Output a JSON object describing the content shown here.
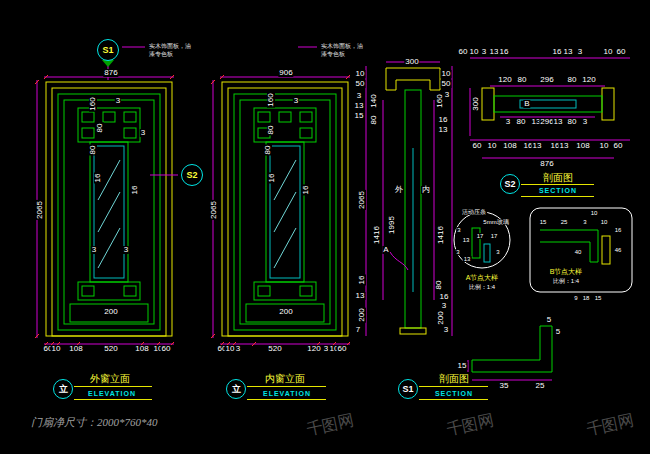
{
  "diagram": {
    "nodes": [
      {
        "text": [
          "S1"
        ]
      },
      {
        "text": [
          "S2"
        ]
      },
      {
        "text": [
          "S2"
        ]
      },
      {
        "text": [
          "立"
        ]
      },
      {
        "text": [
          "立"
        ]
      },
      {
        "text": [
          "S1"
        ]
      }
    ],
    "labels": [
      "876",
      "实木饰面板，油漆专色板",
      "160",
      "3",
      "80",
      "3",
      "80",
      "16",
      "3",
      "3",
      "16",
      "200",
      "2065",
      "60",
      "10",
      "108",
      "520",
      "108",
      "10",
      "60",
      "外窗立面",
      "ELEVATION",
      "906",
      "实木饰面板，油漆专色板",
      "160",
      "3",
      "80",
      "80",
      "16",
      "16",
      "200",
      "2065",
      "60",
      "10",
      "3",
      "520",
      "120",
      "3",
      "10",
      "60",
      "内窗立面",
      "ELEVATION",
      "300",
      "10",
      "50",
      "3",
      "13",
      "15",
      "140",
      "80",
      "2065",
      "1416",
      "1995",
      "16",
      "13",
      "200",
      "7",
      "外",
      "内",
      "A",
      "10",
      "50",
      "3",
      "160",
      "16",
      "13",
      "1416",
      "80",
      "16",
      "3",
      "200",
      "3",
      "剖面图",
      "SECTION",
      "60",
      "10",
      "3",
      "13",
      "16",
      "16",
      "13",
      "3",
      "10",
      "60",
      "120",
      "80",
      "296",
      "80",
      "120",
      "300",
      "B",
      "3",
      "80",
      "13",
      "296",
      "13",
      "80",
      "3",
      "60",
      "10",
      "108",
      "16",
      "13",
      "16",
      "13",
      "108",
      "10",
      "60",
      "876",
      "剖面图",
      "SECTION",
      "活动压条",
      "5mm玻璃",
      "3",
      "13",
      "17",
      "17",
      "3",
      "13",
      "3",
      "A节点大样",
      "比例：1:4",
      "10",
      "15",
      "25",
      "3",
      "10",
      "40",
      "16",
      "46",
      "9",
      "18",
      "15",
      "B节点大样",
      "比例：1:4",
      "5",
      "5",
      "15",
      "35",
      "25",
      "门扇净尺寸：2000*760*40",
      "千图网",
      "千图网",
      "千图网"
    ]
  }
}
